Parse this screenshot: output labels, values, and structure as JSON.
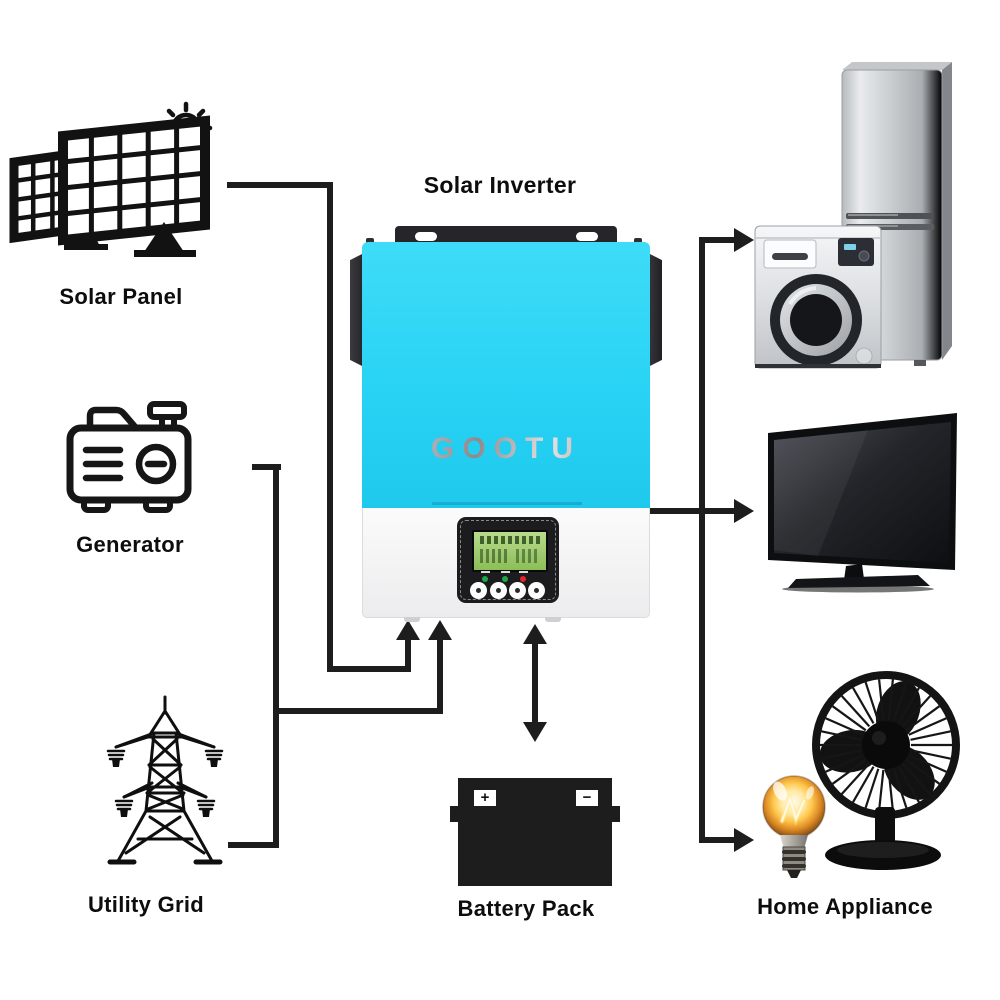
{
  "diagram": {
    "title": "Solar Inverter",
    "background": "#FFFFFF"
  },
  "nodes": {
    "solar_panel": {
      "label": "Solar Panel",
      "icon": "solar-panel-icon"
    },
    "generator": {
      "label": "Generator",
      "icon": "generator-icon"
    },
    "utility_grid": {
      "label": "Utility Grid",
      "icon": "transmission-tower-icon"
    },
    "solar_inverter": {
      "label": "Solar Inverter",
      "brand": "GOOTU"
    },
    "battery_pack": {
      "label": "Battery Pack",
      "terminal_positive": "+",
      "terminal_negative": "−"
    },
    "home_appliance": {
      "label": "Home Appliance",
      "appliances": [
        "refrigerator",
        "washing-machine",
        "television",
        "desk-fan",
        "light-bulb"
      ]
    }
  },
  "edges": [
    {
      "from": "solar-panel",
      "to": "solar-inverter",
      "style": "arrow-one-way"
    },
    {
      "from": "generator",
      "to": "solar-inverter",
      "style": "arrow-one-way"
    },
    {
      "from": "utility-grid",
      "to": "solar-inverter",
      "style": "arrow-one-way"
    },
    {
      "from": "solar-inverter",
      "to": "battery-pack",
      "style": "arrow-two-way"
    },
    {
      "from": "solar-inverter",
      "to": "washing-machine",
      "style": "arrow-one-way"
    },
    {
      "from": "solar-inverter",
      "to": "television",
      "style": "arrow-one-way"
    },
    {
      "from": "solar-inverter",
      "to": "home-appliance",
      "style": "arrow-one-way"
    }
  ],
  "colors": {
    "connector": "#1D1D1D",
    "inverter_blue": "#29D3F4",
    "inverter_panel_black": "#1C1C1E",
    "lcd_green": "#9ECB6A",
    "led_green": "#1FA64A",
    "led_red": "#E3242B",
    "label_text": "#0D0D0D"
  }
}
